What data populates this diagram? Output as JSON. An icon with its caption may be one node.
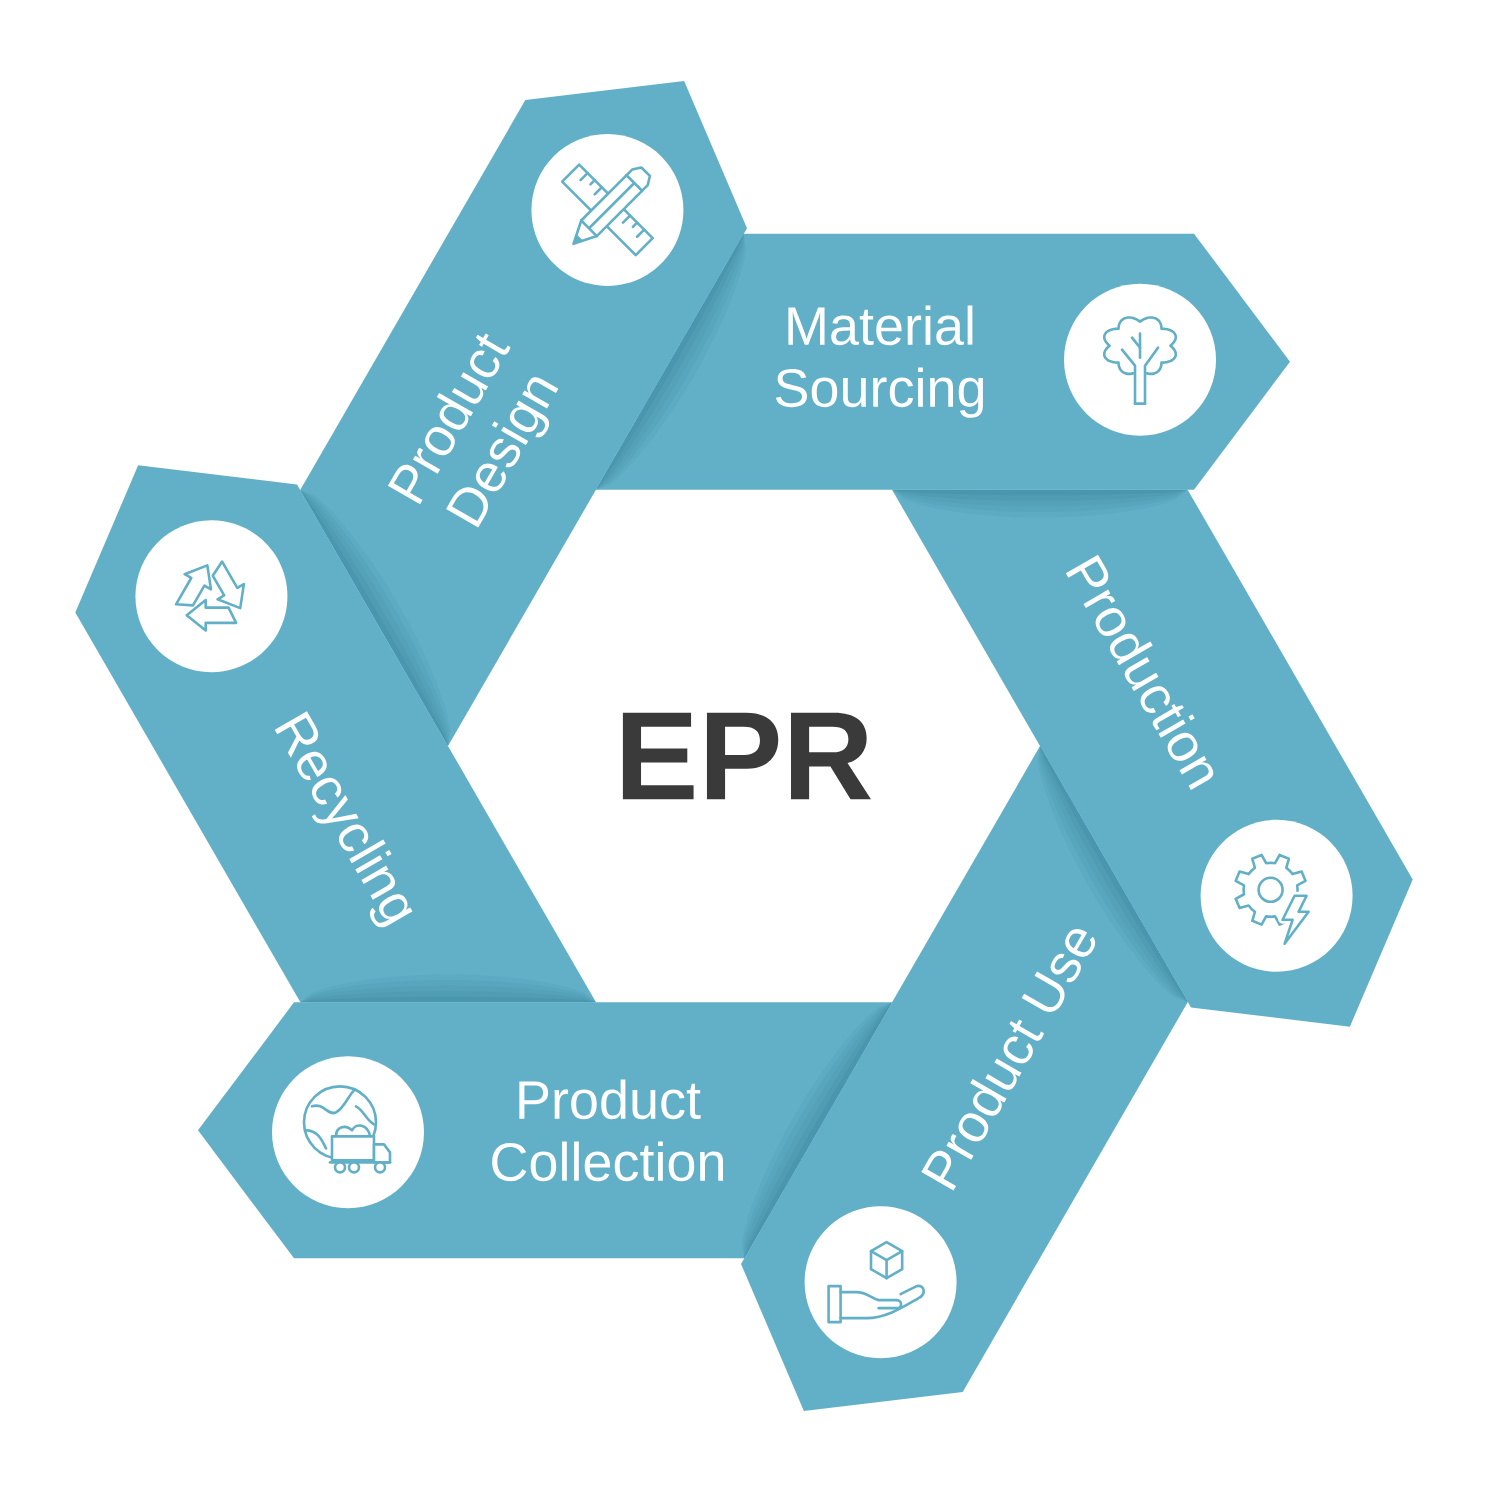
{
  "diagram": {
    "nodes": [
      {
        "text": [
          "EPR"
        ]
      },
      {
        "text": [
          "Product Design"
        ]
      },
      {
        "text": [
          "Material Sourcing"
        ]
      },
      {
        "text": [
          "Production"
        ]
      },
      {
        "text": [
          "Product Use"
        ]
      },
      {
        "text": [
          "Product Collection"
        ]
      },
      {
        "text": [
          "Recycling"
        ]
      }
    ]
  }
}
